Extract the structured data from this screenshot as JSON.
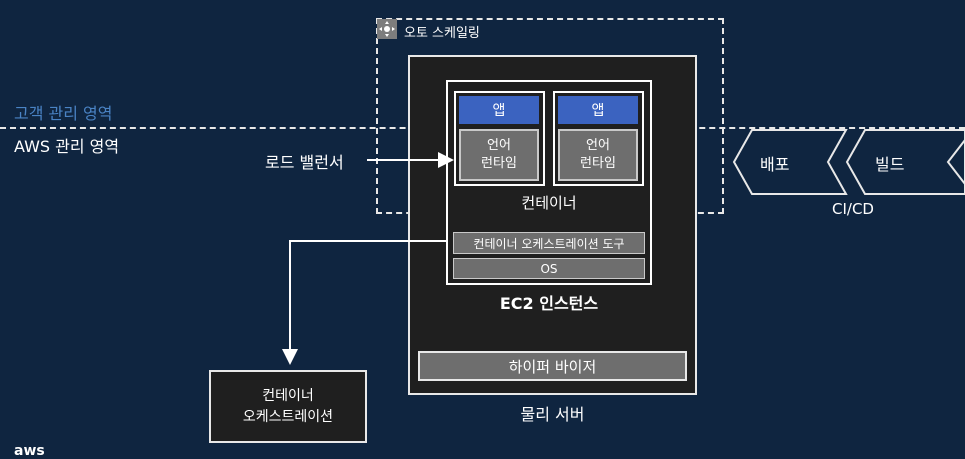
{
  "zones": {
    "customer": "고객 관리 영역",
    "aws": "AWS 관리 영역"
  },
  "autoscaling": {
    "label": "오토 스케일링",
    "icon": "autoscaling-icon"
  },
  "load_balancer": {
    "label": "로드 밸런서"
  },
  "containers": [
    {
      "app": "앱",
      "runtime_line1": "언어",
      "runtime_line2": "런타임"
    },
    {
      "app": "앱",
      "runtime_line1": "언어",
      "runtime_line2": "런타임"
    }
  ],
  "container_label": "컨테이너",
  "orchestration_tool": "컨테이너 오케스트레이션 도구",
  "os": "OS",
  "ec2_label": "EC2 인스턴스",
  "hypervisor": "하이퍼 바이저",
  "physical_server": "물리 서버",
  "orchestration_box": {
    "line1": "컨테이너",
    "line2": "오케스트레이션"
  },
  "cicd": {
    "label": "CI/CD",
    "steps": [
      "배포",
      "빌드"
    ]
  },
  "logo": "aws",
  "colors": {
    "background": "#0f2540",
    "app_blue": "#3b63c0",
    "customer_zone_text": "#4a83c4",
    "box_dark": "#1f1f1f",
    "grey_block": "#6e6e6e"
  }
}
